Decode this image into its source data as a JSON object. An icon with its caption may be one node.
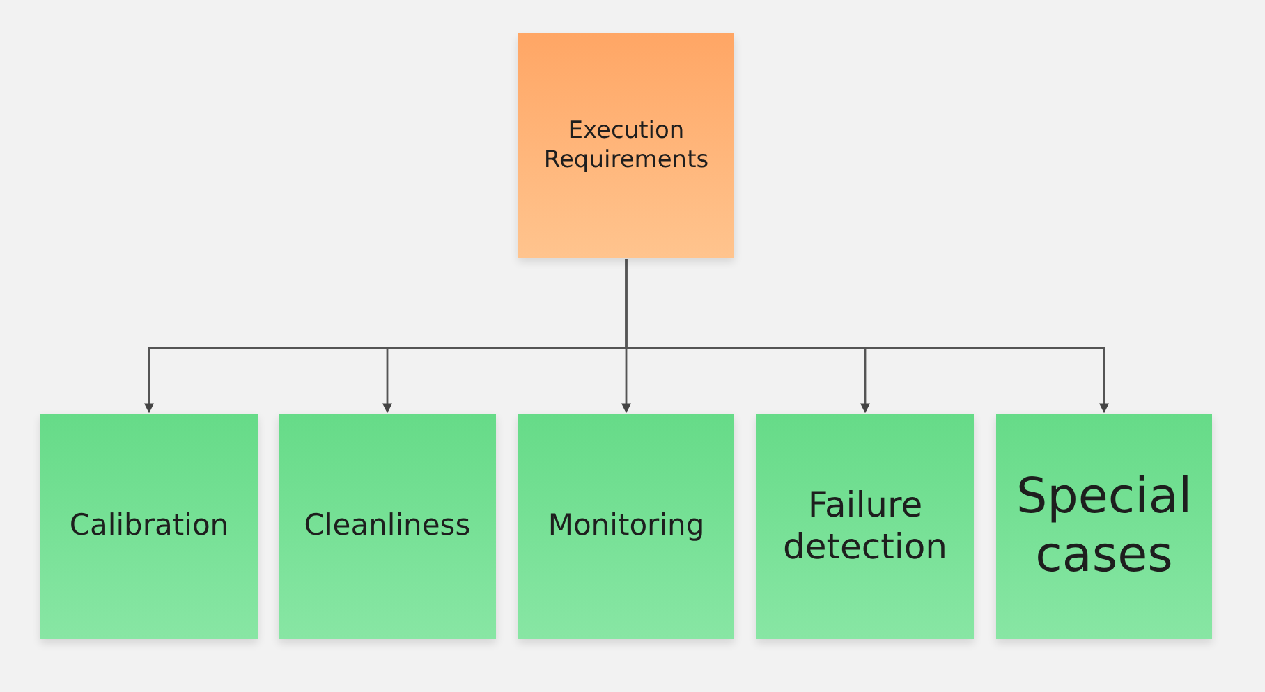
{
  "diagram": {
    "nodes": [
      {
        "text": [
          "Execution Requirements"
        ]
      },
      {
        "text": [
          "Calibration"
        ]
      },
      {
        "text": [
          "Cleanliness"
        ]
      },
      {
        "text": [
          "Monitoring"
        ]
      },
      {
        "text": [
          "Failure detection"
        ]
      },
      {
        "text": [
          "Special cases"
        ]
      }
    ],
    "edges": [
      {
        "from": 0,
        "to": 1,
        "arrow": "to"
      },
      {
        "from": 0,
        "to": 2,
        "arrow": "to"
      },
      {
        "from": 0,
        "to": 3,
        "arrow": "to"
      },
      {
        "from": 0,
        "to": 4,
        "arrow": "to"
      },
      {
        "from": 0,
        "to": 5,
        "arrow": "to"
      }
    ]
  }
}
